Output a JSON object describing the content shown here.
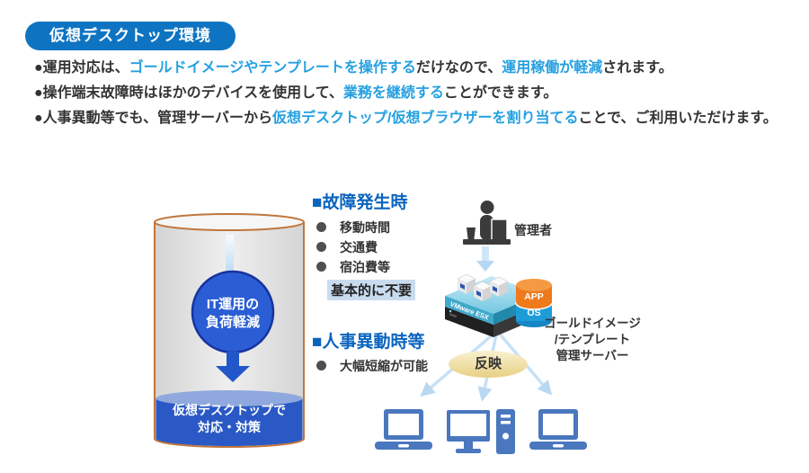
{
  "title_badge": "仮想デスクトップ環境",
  "intro": {
    "bullets": [
      {
        "s0": "●運用対応は、",
        "s1": "ゴールドイメージやテンプレートを操作する",
        "s2": "だけなので、",
        "s3": "運用稼働が軽減",
        "s4": "されます。"
      },
      {
        "s0": "●操作端末故障時はほかのデバイスを使用して、",
        "s1": "業務を継続する",
        "s2": "ことができます。"
      },
      {
        "s0": "●人事異動等でも、管理サーバーから",
        "s1": "仮想デスクトップ/仮想ブラウザーを割り当てる",
        "s2": "ことで、ご利用いただけます。"
      }
    ]
  },
  "cylinder": {
    "circle_label_line1": "IT運用の",
    "circle_label_line2": "負荷軽減",
    "bottom_label_line1": "仮想デスクトップで",
    "bottom_label_line2": "対応・対策"
  },
  "failure_section": {
    "heading": "■故障発生時",
    "items": [
      "移動時間",
      "交通費",
      "宿泊費等"
    ],
    "highlight": "基本的に不要"
  },
  "hr_section": {
    "heading": "■人事異動時等",
    "items": [
      "大幅短縮が可能"
    ]
  },
  "server_area": {
    "admin_label": "管理者",
    "server_brand": "VMware ESX",
    "db_app": "APP",
    "db_os": "OS",
    "server_label_line1": "ゴールドイメージ",
    "server_label_line2": "/テンプレート",
    "server_label_line3": "管理サーバー",
    "reflect_label": "反映"
  },
  "icons": {
    "admin": "person-at-desk",
    "server": "vmware-esx-server",
    "database": "app-os-database",
    "clients": [
      "laptop",
      "desktop-pc",
      "laptop"
    ]
  },
  "colors": {
    "badge_blue": "#0E74C2",
    "accent_blue_text": "#25A0E0",
    "heading_blue": "#0A64BE",
    "body_text": "#333333",
    "highlight_bg": "#C9DCEF",
    "cylinder_outline": "#C0763C",
    "cylinder_body_gray": "#E3E3E3",
    "deep_blue_circle": "#2B5ED4",
    "bottom_blue": "#2A59C6",
    "device_blue": "#4A77BE",
    "reflect_fill": "#E9D48E",
    "light_arrow_blue": "#C7E1F6",
    "db_app_orange": "#EE7A1C",
    "db_os_blue": "#1E9CD8"
  }
}
